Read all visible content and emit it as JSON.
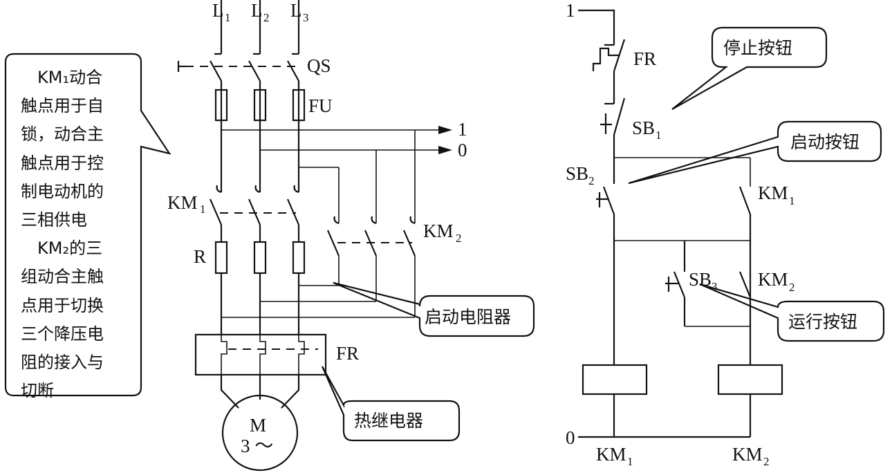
{
  "note_lines": [
    "　KM₁动合",
    "触点用于自",
    "锁，动合主",
    "触点用于控",
    "制电动机的",
    "三相供电",
    "　KM₂的三",
    "组动合主触",
    "点用于切换",
    "三个降压电",
    "阻的接入与",
    "切断"
  ],
  "labels": {
    "L1": "L",
    "L1_sub": "1",
    "L2": "L",
    "L2_sub": "2",
    "L3": "L",
    "L3_sub": "3",
    "QS": "QS",
    "FU": "FU",
    "line1": "1",
    "line0": "0",
    "KM1_main": "KM",
    "KM1_main_sub": "1",
    "KM2_main": "KM",
    "KM2_main_sub": "2",
    "R": "R",
    "FR_main": "FR",
    "motor_M": "M",
    "motor_phase": "3 ～",
    "rail1": "1",
    "rail0": "0",
    "FR_ctrl": "FR",
    "SB1": "SB",
    "SB1_sub": "1",
    "SB2": "SB",
    "SB2_sub": "2",
    "SB3": "SB",
    "SB3_sub": "3",
    "KM1_aux": "KM",
    "KM1_aux_sub": "1",
    "KM2_aux": "KM",
    "KM2_aux_sub": "2",
    "coil_KM1": "KM",
    "coil_KM1_sub": "1",
    "coil_KM2": "KM",
    "coil_KM2_sub": "2"
  },
  "callouts": {
    "stop_button": "停止按钮",
    "start_button": "启动按钮",
    "run_button": "运行按钮",
    "start_resistor": "启动电阻器",
    "thermal_relay": "热继电器"
  }
}
